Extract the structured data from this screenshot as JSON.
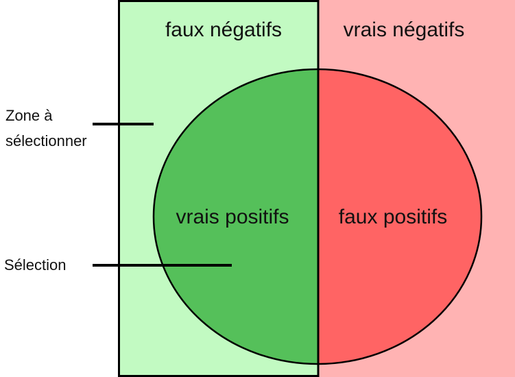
{
  "labels": {
    "false_negatives": "faux négatifs",
    "true_negatives": "vrais négatifs",
    "true_positives": "vrais positifs",
    "false_positives": "faux positifs",
    "zone_line1": "Zone à",
    "zone_line2": "sélectionner",
    "selection": "Sélection"
  },
  "colors": {
    "relevant_region": "#c2fac2",
    "irrelevant_region": "#ffb3b3",
    "true_positive": "#55c05a",
    "false_positive": "#ff6464",
    "outline": "#000000"
  }
}
